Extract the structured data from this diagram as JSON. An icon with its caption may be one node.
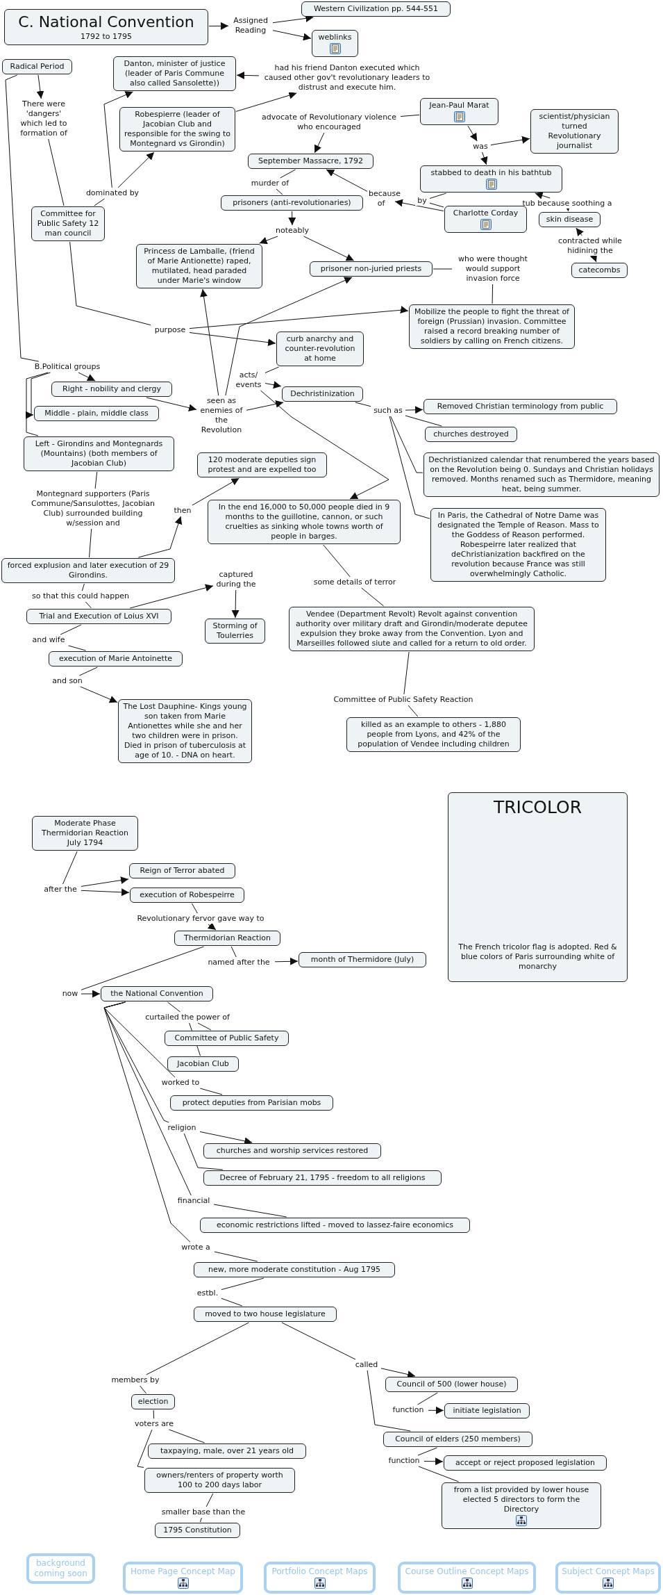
{
  "diagram": {
    "nodes": [
      {
        "text": [
          "C. National Convention",
          "1792 to 1795"
        ]
      },
      {
        "text": [
          "Assigned Reading"
        ]
      },
      {
        "text": [
          "Western Civilization pp. 544-551"
        ]
      },
      {
        "text": [
          "weblinks"
        ]
      },
      {
        "text": [
          "Radical Period"
        ]
      },
      {
        "text": [
          "Danton, minister of justice (leader of Paris Commune also called Sansolette))"
        ]
      },
      {
        "text": [
          "had his friend Danton executed which caused other gov't revolutionary leaders to distrust and execute him."
        ]
      },
      {
        "text": [
          "There were 'dangers' which led to formation of"
        ]
      },
      {
        "text": [
          "Robespierre (leader of Jacobian Club and responsible for the swing to Montegnard vs Girondin)"
        ]
      },
      {
        "text": [
          "Jean-Paul Marat"
        ]
      },
      {
        "text": [
          "advocate of Revolutionary violence who encouraged"
        ]
      },
      {
        "text": [
          "scientist/physician turned Revolutionary journalist"
        ]
      },
      {
        "text": [
          "was"
        ]
      },
      {
        "text": [
          "September Massacre, 1792"
        ]
      },
      {
        "text": [
          "stabbed to death in his bathtub"
        ]
      },
      {
        "text": [
          "murder of"
        ]
      },
      {
        "text": [
          "dominated by"
        ]
      },
      {
        "text": [
          "because of"
        ]
      },
      {
        "text": [
          "by"
        ]
      },
      {
        "text": [
          "tub because soothing a"
        ]
      },
      {
        "text": [
          "prisoners (anti-revolutionaries)"
        ]
      },
      {
        "text": [
          "Charlotte Corday"
        ]
      },
      {
        "text": [
          "Committee for Public Safety 12 man council"
        ]
      },
      {
        "text": [
          "skin disease"
        ]
      },
      {
        "text": [
          "noteably"
        ]
      },
      {
        "text": [
          "contracted while hidining the"
        ]
      },
      {
        "text": [
          "Princess de Lamballe, (friend of Marie Antionette) raped, mutilated, head paraded under Marie's window"
        ]
      },
      {
        "text": [
          "who were thought would support invasion force"
        ]
      },
      {
        "text": [
          "prisoner non-juried priests"
        ]
      },
      {
        "text": [
          "catecombs"
        ]
      },
      {
        "text": [
          "Mobilize the people to fight the threat of foreign (Prussian) invasion. Committee raised a record breaking number of soldiers by calling on French citizens."
        ]
      },
      {
        "text": [
          "purpose"
        ]
      },
      {
        "text": [
          "curb anarchy and counter-revolution at home"
        ]
      },
      {
        "text": [
          "B.Political groups"
        ]
      },
      {
        "text": [
          "acts/ events"
        ]
      },
      {
        "text": [
          "Right - nobility and clergy"
        ]
      },
      {
        "text": [
          "Dechristinization"
        ]
      },
      {
        "text": [
          "seen as enemies of the Revolution"
        ]
      },
      {
        "text": [
          "such as"
        ]
      },
      {
        "text": [
          "Removed Christian terminology from public"
        ]
      },
      {
        "text": [
          "Middle - plain, middle class"
        ]
      },
      {
        "text": [
          "churches destroyed"
        ]
      },
      {
        "text": [
          "Left - Girondins and Montegnards (Mountains) (both members of Jacobian Club)"
        ]
      },
      {
        "text": [
          "Dechristianized calendar that renumbered the years based on the Revolution being 0. Sundays and Christian holidays removed. Months renamed such as Thermidore, meaning heat, being summer."
        ]
      },
      {
        "text": [
          "120 moderate deputies sign protest and are expelled too"
        ]
      },
      {
        "text": [
          "Montegnard supporters (Paris Commune/Sansulottes, Jacobian Club) surrounded building w/session and"
        ]
      },
      {
        "text": [
          "then"
        ]
      },
      {
        "text": [
          "In the end 16,000 to 50,000 people died in 9 months to the guillotine, cannon, or such cruelties as sinking whole towns worth of people in barges."
        ]
      },
      {
        "text": [
          "In Paris, the Cathedral of Notre Dame was designated the Temple of Reason. Mass to the Goddess of Reason performed. Robespeirre later realized that deChristianization backfired on the revolution because France was still overwhelmingly Catholic."
        ]
      },
      {
        "text": [
          "forced explusion and later execution of 29 Girondins."
        ]
      },
      {
        "text": [
          "captured during the"
        ]
      },
      {
        "text": [
          "some details of terror"
        ]
      },
      {
        "text": [
          "so that this could happen"
        ]
      },
      {
        "text": [
          "Trial and Execution of Loius XVI"
        ]
      },
      {
        "text": [
          "Storming of Toulerries"
        ]
      },
      {
        "text": [
          "Vendee (Department Revolt) Revolt against convention authority over military draft and Girondin/moderate deputee expulsion they broke away from the Convention. Lyon and Marseilles followed siute and called for a return to old order."
        ]
      },
      {
        "text": [
          "and wife"
        ]
      },
      {
        "text": [
          "execution of Marie Antoinette"
        ]
      },
      {
        "text": [
          "and son"
        ]
      },
      {
        "text": [
          "Committee of Public Safety Reaction"
        ]
      },
      {
        "text": [
          "The Lost Dauphine- Kings young son taken from Marie Antionettes while she and her two children were in prison. Died in prison of tuberculosis at age of 10. - DNA on heart."
        ]
      },
      {
        "text": [
          "killed as an example to others - 1,880 people from Lyons, and 42% of the population of Vendee including children"
        ]
      },
      {
        "text": [
          "TRICOLOR",
          "The French tricolor flag is adopted. Red & blue colors of Paris surrounding white of monarchy"
        ]
      },
      {
        "text": [
          "Moderate Phase Thermidorian Reaction July 1794"
        ]
      },
      {
        "text": [
          "Reign of Terror abated"
        ]
      },
      {
        "text": [
          "after the"
        ]
      },
      {
        "text": [
          "execution of Robespeirre"
        ]
      },
      {
        "text": [
          "Revolutionary fervor gave way to"
        ]
      },
      {
        "text": [
          "Thermidorian Reaction"
        ]
      },
      {
        "text": [
          "named after the"
        ]
      },
      {
        "text": [
          "month of Thermidore (July)"
        ]
      },
      {
        "text": [
          "now"
        ]
      },
      {
        "text": [
          "the National Convention"
        ]
      },
      {
        "text": [
          "curtailed the power of"
        ]
      },
      {
        "text": [
          "Committee of Public Safety"
        ]
      },
      {
        "text": [
          "Jacobian Club"
        ]
      },
      {
        "text": [
          "worked to"
        ]
      },
      {
        "text": [
          "protect deputies from Parisian mobs"
        ]
      },
      {
        "text": [
          "religion"
        ]
      },
      {
        "text": [
          "churches and worship services restored"
        ]
      },
      {
        "text": [
          "Decree of February 21, 1795 - freedom to all religions"
        ]
      },
      {
        "text": [
          "financial"
        ]
      },
      {
        "text": [
          "economic restrictions lifted - moved to lassez-faire economics"
        ]
      },
      {
        "text": [
          "wrote a"
        ]
      },
      {
        "text": [
          "new, more moderate constitution - Aug 1795"
        ]
      },
      {
        "text": [
          "estbl."
        ]
      },
      {
        "text": [
          "moved to two house legislature"
        ]
      },
      {
        "text": [
          "called"
        ]
      },
      {
        "text": [
          "members by"
        ]
      },
      {
        "text": [
          "Council of 500 (lower house)"
        ]
      },
      {
        "text": [
          "election"
        ]
      },
      {
        "text": [
          "function"
        ]
      },
      {
        "text": [
          "initiate legislation"
        ]
      },
      {
        "text": [
          "voters are"
        ]
      },
      {
        "text": [
          "Council of elders (250 members)"
        ]
      },
      {
        "text": [
          "taxpaying, male, over 21 years old"
        ]
      },
      {
        "text": [
          "function"
        ]
      },
      {
        "text": [
          "accept or reject proposed legislation"
        ]
      },
      {
        "text": [
          "owners/renters of property worth 100 to 200 days labor"
        ]
      },
      {
        "text": [
          "from a list provided by lower house elected 5 directors to form the Directory"
        ]
      },
      {
        "text": [
          "smaller base than the"
        ]
      },
      {
        "text": [
          "1795 Constitution"
        ]
      },
      {
        "text": [
          "background coming soon"
        ]
      },
      {
        "text": [
          "Home Page Concept Map"
        ]
      },
      {
        "text": [
          "Portfolio Concept Maps"
        ]
      },
      {
        "text": [
          "Course Outline Concept Maps"
        ]
      },
      {
        "text": [
          "Subject Concept Maps"
        ]
      }
    ],
    "edges": [
      {
        "from": 0,
        "to": 1,
        "arrow": "to"
      },
      {
        "from": 1,
        "to": 2,
        "arrow": "to"
      },
      {
        "from": 1,
        "to": 3,
        "arrow": "to"
      },
      {
        "from": 4,
        "to": 7,
        "arrow": "to"
      },
      {
        "from": 7,
        "to": 22,
        "arrow": "none"
      },
      {
        "from": 4,
        "to": 33,
        "arrow": "none"
      },
      {
        "from": 22,
        "to": 16,
        "arrow": "none"
      },
      {
        "from": 16,
        "to": 5,
        "arrow": "to"
      },
      {
        "from": 16,
        "to": 8,
        "arrow": "to"
      },
      {
        "from": 8,
        "to": 6,
        "arrow": "to"
      },
      {
        "from": 6,
        "to": 5,
        "arrow": "to"
      },
      {
        "from": 9,
        "to": 10,
        "arrow": "none"
      },
      {
        "from": 10,
        "to": 13,
        "arrow": "to"
      },
      {
        "from": 9,
        "to": 12,
        "arrow": "to"
      },
      {
        "from": 12,
        "to": 11,
        "arrow": "to"
      },
      {
        "from": 12,
        "to": 14,
        "arrow": "to"
      },
      {
        "from": 13,
        "to": 15,
        "arrow": "none"
      },
      {
        "from": 15,
        "to": 20,
        "arrow": "none"
      },
      {
        "from": 21,
        "to": 17,
        "arrow": "to"
      },
      {
        "from": 17,
        "to": 13,
        "arrow": "to"
      },
      {
        "from": 14,
        "to": 18,
        "arrow": "none"
      },
      {
        "from": 18,
        "to": 21,
        "arrow": "none"
      },
      {
        "from": 19,
        "to": 14,
        "arrow": "to"
      },
      {
        "from": 19,
        "to": 23,
        "arrow": "to"
      },
      {
        "from": 25,
        "to": 23,
        "arrow": "to"
      },
      {
        "from": 25,
        "to": 29,
        "arrow": "to"
      },
      {
        "from": 20,
        "to": 24,
        "arrow": "to"
      },
      {
        "from": 24,
        "to": 26,
        "arrow": "to"
      },
      {
        "from": 24,
        "to": 28,
        "arrow": "to"
      },
      {
        "from": 28,
        "to": 27,
        "arrow": "none"
      },
      {
        "from": 27,
        "to": 30,
        "arrow": "none"
      },
      {
        "from": 22,
        "to": 31,
        "arrow": "none"
      },
      {
        "from": 31,
        "to": 30,
        "arrow": "to"
      },
      {
        "from": 31,
        "to": 32,
        "arrow": "to"
      },
      {
        "from": 37,
        "to": 26,
        "arrow": "to"
      },
      {
        "from": 37,
        "to": 28,
        "arrow": "to"
      },
      {
        "from": 32,
        "to": 34,
        "arrow": "none"
      },
      {
        "from": 34,
        "to": 36,
        "arrow": "to"
      },
      {
        "from": 34,
        "to": 47,
        "arrow": "to"
      },
      {
        "from": 37,
        "to": 36,
        "arrow": "to"
      },
      {
        "from": 33,
        "to": 35,
        "arrow": "to"
      },
      {
        "from": 33,
        "to": 40,
        "arrow": "to"
      },
      {
        "from": 33,
        "to": 42,
        "arrow": "none"
      },
      {
        "from": 35,
        "to": 37,
        "arrow": "to"
      },
      {
        "from": 36,
        "to": 38,
        "arrow": "none"
      },
      {
        "from": 38,
        "to": 39,
        "arrow": "to"
      },
      {
        "from": 38,
        "to": 41,
        "arrow": "none"
      },
      {
        "from": 38,
        "to": 43,
        "arrow": "none"
      },
      {
        "from": 38,
        "to": 48,
        "arrow": "none"
      },
      {
        "from": 42,
        "to": 45,
        "arrow": "none"
      },
      {
        "from": 45,
        "to": 49,
        "arrow": "none"
      },
      {
        "from": 49,
        "to": 46,
        "arrow": "to"
      },
      {
        "from": 46,
        "to": 44,
        "arrow": "to"
      },
      {
        "from": 49,
        "to": 52,
        "arrow": "none"
      },
      {
        "from": 52,
        "to": 53,
        "arrow": "none"
      },
      {
        "from": 53,
        "to": 50,
        "arrow": "to"
      },
      {
        "from": 50,
        "to": 54,
        "arrow": "to"
      },
      {
        "from": 53,
        "to": 56,
        "arrow": "none"
      },
      {
        "from": 56,
        "to": 57,
        "arrow": "none"
      },
      {
        "from": 57,
        "to": 58,
        "arrow": "none"
      },
      {
        "from": 58,
        "to": 60,
        "arrow": "to"
      },
      {
        "from": 47,
        "to": 51,
        "arrow": "none"
      },
      {
        "from": 51,
        "to": 55,
        "arrow": "none"
      },
      {
        "from": 55,
        "to": 59,
        "arrow": "none"
      },
      {
        "from": 59,
        "to": 61,
        "arrow": "none"
      },
      {
        "from": 63,
        "to": 65,
        "arrow": "none"
      },
      {
        "from": 65,
        "to": 64,
        "arrow": "to"
      },
      {
        "from": 65,
        "to": 66,
        "arrow": "to"
      },
      {
        "from": 66,
        "to": 67,
        "arrow": "none"
      },
      {
        "from": 67,
        "to": 68,
        "arrow": "to"
      },
      {
        "from": 68,
        "to": 69,
        "arrow": "none"
      },
      {
        "from": 69,
        "to": 70,
        "arrow": "to"
      },
      {
        "from": 68,
        "to": 71,
        "arrow": "none"
      },
      {
        "from": 71,
        "to": 72,
        "arrow": "to"
      },
      {
        "from": 72,
        "to": 73,
        "arrow": "none"
      },
      {
        "from": 73,
        "to": 74,
        "arrow": "none"
      },
      {
        "from": 73,
        "to": 75,
        "arrow": "none"
      },
      {
        "from": 72,
        "to": 76,
        "arrow": "none"
      },
      {
        "from": 76,
        "to": 77,
        "arrow": "none"
      },
      {
        "from": 72,
        "to": 78,
        "arrow": "none"
      },
      {
        "from": 78,
        "to": 79,
        "arrow": "to"
      },
      {
        "from": 78,
        "to": 80,
        "arrow": "none"
      },
      {
        "from": 72,
        "to": 81,
        "arrow": "none"
      },
      {
        "from": 81,
        "to": 82,
        "arrow": "none"
      },
      {
        "from": 72,
        "to": 83,
        "arrow": "none"
      },
      {
        "from": 83,
        "to": 84,
        "arrow": "none"
      },
      {
        "from": 84,
        "to": 85,
        "arrow": "none"
      },
      {
        "from": 85,
        "to": 86,
        "arrow": "none"
      },
      {
        "from": 86,
        "to": 88,
        "arrow": "none"
      },
      {
        "from": 88,
        "to": 90,
        "arrow": "none"
      },
      {
        "from": 86,
        "to": 87,
        "arrow": "none"
      },
      {
        "from": 87,
        "to": 89,
        "arrow": "to"
      },
      {
        "from": 87,
        "to": 94,
        "arrow": "none"
      },
      {
        "from": 89,
        "to": 91,
        "arrow": "none"
      },
      {
        "from": 91,
        "to": 92,
        "arrow": "to"
      },
      {
        "from": 94,
        "to": 96,
        "arrow": "none"
      },
      {
        "from": 96,
        "to": 97,
        "arrow": "to"
      },
      {
        "from": 96,
        "to": 99,
        "arrow": "none"
      },
      {
        "from": 90,
        "to": 93,
        "arrow": "none"
      },
      {
        "from": 93,
        "to": 95,
        "arrow": "none"
      },
      {
        "from": 93,
        "to": 98,
        "arrow": "none"
      },
      {
        "from": 98,
        "to": 100,
        "arrow": "none"
      },
      {
        "from": 100,
        "to": 101,
        "arrow": "none"
      }
    ]
  }
}
